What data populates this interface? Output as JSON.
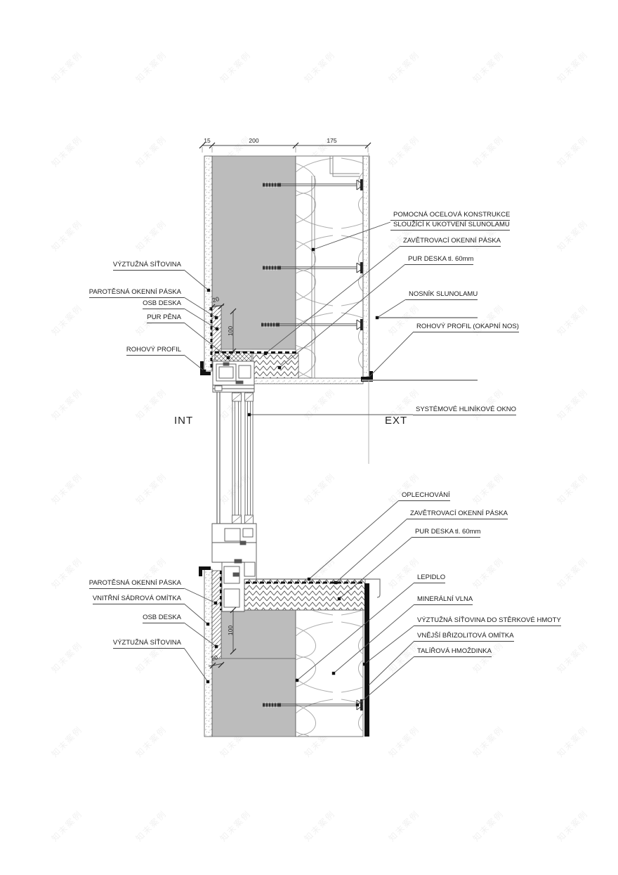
{
  "watermark": {
    "text": "知末案例"
  },
  "colors": {
    "concrete_gray": "#bcbcbc",
    "line": "#444444",
    "black": "#111111",
    "paper": "#ffffff"
  },
  "dims": {
    "top": [
      "15",
      "200",
      "175"
    ],
    "reveal": "20",
    "depth": "100"
  },
  "zones": {
    "interior": "INT",
    "exterior": "EXT"
  },
  "upper_left": [
    {
      "text": "VÝZTUŽNÁ SÍŤOVINA"
    },
    {
      "text": "PAROTĚSNÁ OKENNÍ PÁSKA"
    },
    {
      "text": "OSB DESKA"
    },
    {
      "text": "PUR PĚNA"
    },
    {
      "text": "ROHOVÝ PROFIL"
    }
  ],
  "upper_right": [
    {
      "line1": "POMOCNÁ OCELOVÁ KONSTRUKCE",
      "line2": "SLOUŽÍCÍ K UKOTVENÍ SLUNOLAMU"
    },
    {
      "text": "ZAVĚTROVACÍ OKENNÍ PÁSKA"
    },
    {
      "text": "PUR DESKA tl. 60mm"
    },
    {
      "text": "NOSNÍK SLUNOLAMU"
    },
    {
      "text": "ROHOVÝ PROFIL (OKAPNÍ NOS)"
    },
    {
      "text": "SYSTÉMOVÉ HLINÍKOVÉ OKNO"
    }
  ],
  "lower_left": [
    {
      "text": "PAROTĚSNÁ OKENNÍ PÁSKA"
    },
    {
      "text": "VNITŘNÍ SÁDROVÁ OMÍTKA"
    },
    {
      "text": "OSB DESKA"
    },
    {
      "text": "VÝZTUŽNÁ SÍŤOVINA"
    }
  ],
  "lower_right": [
    {
      "text": "OPLECHOVÁNÍ"
    },
    {
      "text": "ZAVĚTROVACÍ OKENNÍ PÁSKA"
    },
    {
      "text": "PUR DESKA tl. 60mm"
    },
    {
      "text": "LEPIDLO"
    },
    {
      "text": "MINERÁLNÍ VLNA"
    },
    {
      "text": "VÝZTUŽNÁ SÍŤOVINA DO STĚRKOVÉ HMOTY"
    },
    {
      "text": "VNĚJŠÍ BŘIZOLITOVÁ OMÍTKA"
    },
    {
      "text": "TALÍŘOVÁ HMOŽDINKA"
    }
  ]
}
